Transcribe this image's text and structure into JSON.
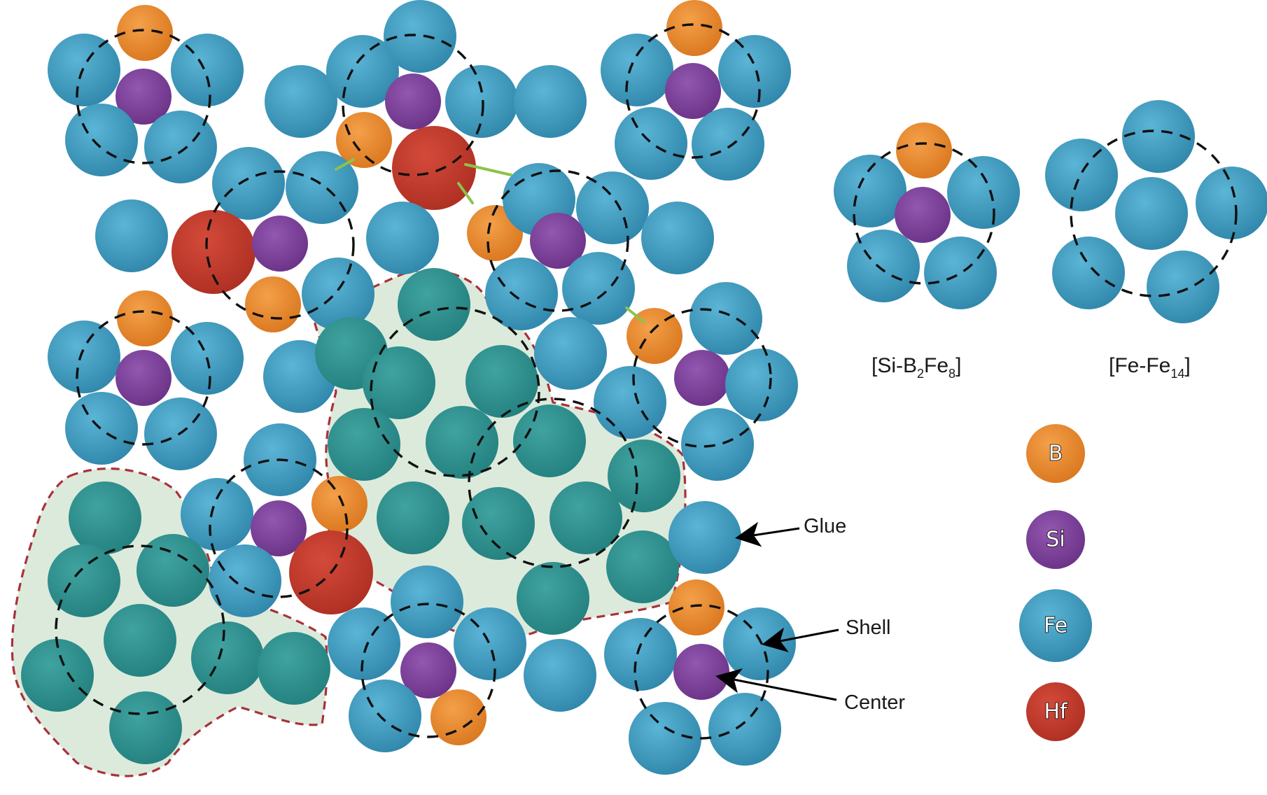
{
  "formulas": {
    "si_b2fe8": {
      "pre": "[Si-B",
      "sub1": "2",
      "mid": "Fe",
      "sub2": "8",
      "post": "]"
    },
    "fe_fe14": {
      "pre": "[Fe-Fe",
      "sub1": "14",
      "post": "]"
    }
  },
  "annotations": {
    "glue": "Glue",
    "shell": "Shell",
    "center": "Center"
  },
  "legend": [
    {
      "label": "B",
      "color": "#e8882c"
    },
    {
      "label": "Si",
      "color": "#7b3f98"
    },
    {
      "label": "Fe",
      "color": "#3d9cbf"
    },
    {
      "label": "Hf",
      "color": "#c0392b"
    }
  ],
  "colors": {
    "fe": "#3d9cbf",
    "fe_cluster": "#2e8f8f",
    "b": "#e8882c",
    "si": "#7b3f98",
    "hf": "#c0392b",
    "cluster_fill": "#dbe9d6",
    "cluster_border": "#a33a3a",
    "shell_line": "#111111",
    "arrow_green": "#8bc34a"
  }
}
